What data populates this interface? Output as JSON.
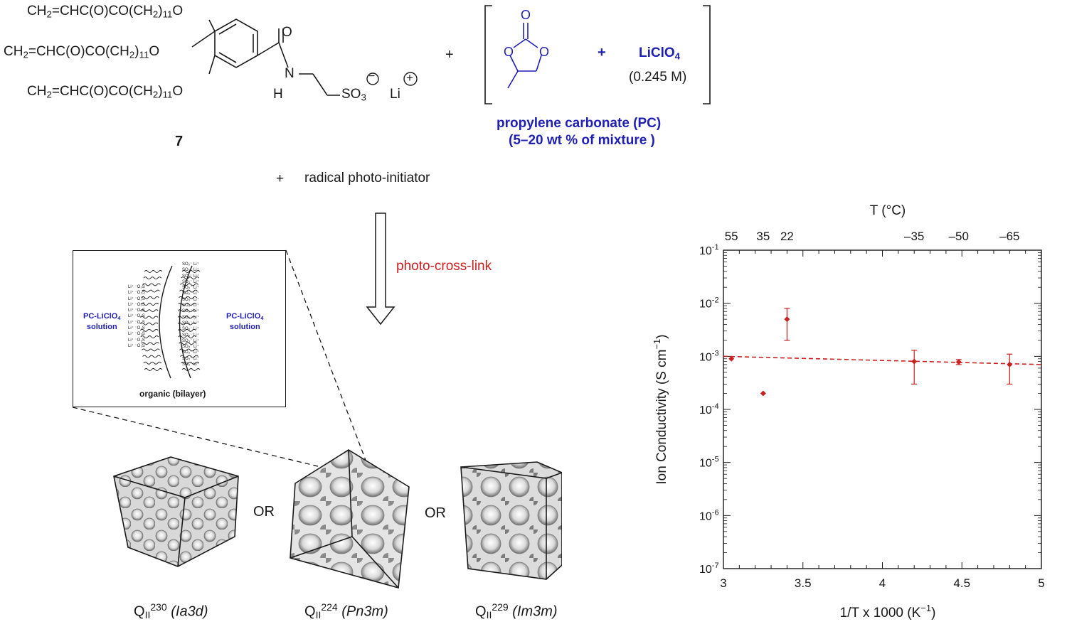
{
  "monomer": {
    "chain_prefix": "CH",
    "chain_mid": "=CHC(O)CO(CH",
    "chain_n": "11",
    "chain_o": "O",
    "carbonyl_o": "O",
    "amide_n": "N",
    "amide_h": "H",
    "so3": "SO",
    "so3_sub": "3",
    "li": "Li",
    "minus": "−",
    "plus": "+",
    "label": "7"
  },
  "plus_sign": "+",
  "pc_ring": {
    "o_top": "O",
    "o_left": "O",
    "o_right": "O"
  },
  "licl": {
    "name": "LiClO",
    "sub": "4",
    "conc": "(0.245 M)"
  },
  "pc_label": {
    "line1": "propylene carbonate (PC)",
    "line2": "(5–20 wt % of mixture )"
  },
  "initiator": {
    "plus": "+",
    "text": "radical photo-initiator"
  },
  "arrow_label": "photo-cross-link",
  "bilayer": {
    "left_label": "PC-LiClO",
    "left_sub": "4",
    "left_line2": "solution",
    "right_label": "PC-LiClO",
    "right_sub": "4",
    "right_line2": "solution",
    "caption": "organic (bilayer)",
    "head_right": "SO₃⁻ Li⁺",
    "head_left": "Li⁺ ⁻O₃S"
  },
  "phases": [
    {
      "q": "Q",
      "q_sub": "II",
      "num": "230",
      "group": "(Ia3d)"
    },
    {
      "q": "Q",
      "q_sub": "II",
      "num": "224",
      "group": "(Pn3m)"
    },
    {
      "q": "Q",
      "q_sub": "II",
      "num": "229",
      "group": "(Im3m)"
    }
  ],
  "or_label": "OR",
  "chart_data": {
    "type": "scatter",
    "top_axis_title": "T (°C)",
    "top_ticks": [
      "55",
      "35",
      "22",
      "–35",
      "–50",
      "–65"
    ],
    "top_tick_x": [
      3.05,
      3.25,
      3.4,
      4.2,
      4.48,
      4.8
    ],
    "ylabel": "Ion Conductivity (S cm",
    "ylabel_sup": "−1",
    "ylabel_end": ")",
    "xlabel": "1/T x 1000 (K",
    "xlabel_sup": "−1",
    "xlabel_end": ")",
    "x_ticks": [
      "3",
      "3.5",
      "4",
      "4.5",
      "5"
    ],
    "xlim": [
      3,
      5
    ],
    "ylim_log10": [
      -7,
      -1
    ],
    "y_tick_exponents": [
      "-1",
      "-2",
      "-3",
      "-4",
      "-5",
      "-6",
      "-7"
    ],
    "y_tick_base": "10",
    "log_scale_y": true,
    "color": "#cc1f1f",
    "points": [
      {
        "x": 3.05,
        "y": 0.0009,
        "err_low": 0.0009,
        "err_high": 0.0009
      },
      {
        "x": 3.25,
        "y": 0.0002,
        "err_low": 0.0002,
        "err_high": 0.0002
      },
      {
        "x": 3.4,
        "y": 0.005,
        "err_low": 0.002,
        "err_high": 0.008
      },
      {
        "x": 4.2,
        "y": 0.0008,
        "err_low": 0.0003,
        "err_high": 0.0013
      },
      {
        "x": 4.48,
        "y": 0.00078,
        "err_low": 0.0007,
        "err_high": 0.00087
      },
      {
        "x": 4.8,
        "y": 0.0007,
        "err_low": 0.0003,
        "err_high": 0.0011
      }
    ],
    "fit_line": {
      "x": [
        3,
        5
      ],
      "y": [
        0.001,
        0.0007
      ],
      "style": "dashed"
    }
  }
}
